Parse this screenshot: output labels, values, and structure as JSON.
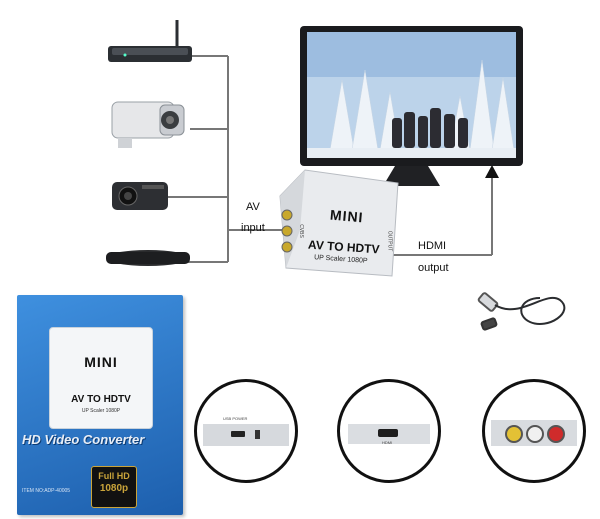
{
  "diagram": {
    "av_label_1": "AV",
    "av_label_2": "input",
    "hdmi_label_1": "HDMI",
    "hdmi_label_2": "output"
  },
  "converter": {
    "brand": "MINI",
    "title": "AV TO HDTV",
    "subtitle": "UP Scaler 1080P",
    "side_left": "CVBS",
    "side_right": "OUTPUT"
  },
  "box": {
    "brand": "MINI",
    "title": "AV TO HDTV",
    "subtitle": "UP Scaler 1080P",
    "product_line": "HD Video Converter",
    "item_no": "ITEM NO:ADP-40005",
    "badge_top": "Full HD",
    "badge_bottom": "1080p"
  },
  "closeups": {
    "left_text": "USB POWER",
    "middle_text": "HDMI"
  },
  "colors": {
    "accent_box_blue": "#2a78c9",
    "badge_gold": "#c9a43a",
    "hdmi_arrow": "#111111"
  }
}
